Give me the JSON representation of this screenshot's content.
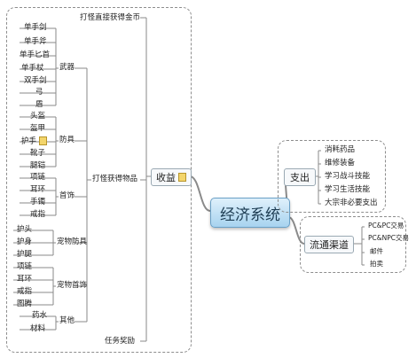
{
  "center": "经济系统",
  "income": {
    "label": "收益",
    "top_label": "打怪直接获得金币",
    "bottom_label": "任务奖励",
    "items_label": "打怪获得物品",
    "weapons": {
      "label": "武器",
      "items": [
        "单手剑",
        "单手斧",
        "单手匕首",
        "单手杖",
        "双手剑",
        "弓",
        "盾"
      ]
    },
    "armor": {
      "label": "防具",
      "items": [
        "头盔",
        "盔甲",
        "护手",
        "靴子",
        "腿铠"
      ]
    },
    "jewelry": {
      "label": "首饰",
      "items": [
        "项链",
        "耳环",
        "手镯",
        "戒指"
      ]
    },
    "pet_armor": {
      "label": "宠物防具",
      "items": [
        "护头",
        "护身",
        "护腿"
      ]
    },
    "pet_jewelry": {
      "label": "宠物首饰",
      "items": [
        "项链",
        "耳环",
        "戒指",
        "图腾"
      ]
    },
    "other": {
      "label": "其他",
      "items": [
        "药水",
        "材料"
      ]
    }
  },
  "expense": {
    "label": "支出",
    "items": [
      "消耗药品",
      "维修装备",
      "学习战斗技能",
      "学习生活技能",
      "大宗非必要支出"
    ]
  },
  "circulation": {
    "label": "流通渠道",
    "items": [
      "PC&PC交易",
      "PC&NPC交易",
      "邮件",
      "拍卖"
    ]
  }
}
